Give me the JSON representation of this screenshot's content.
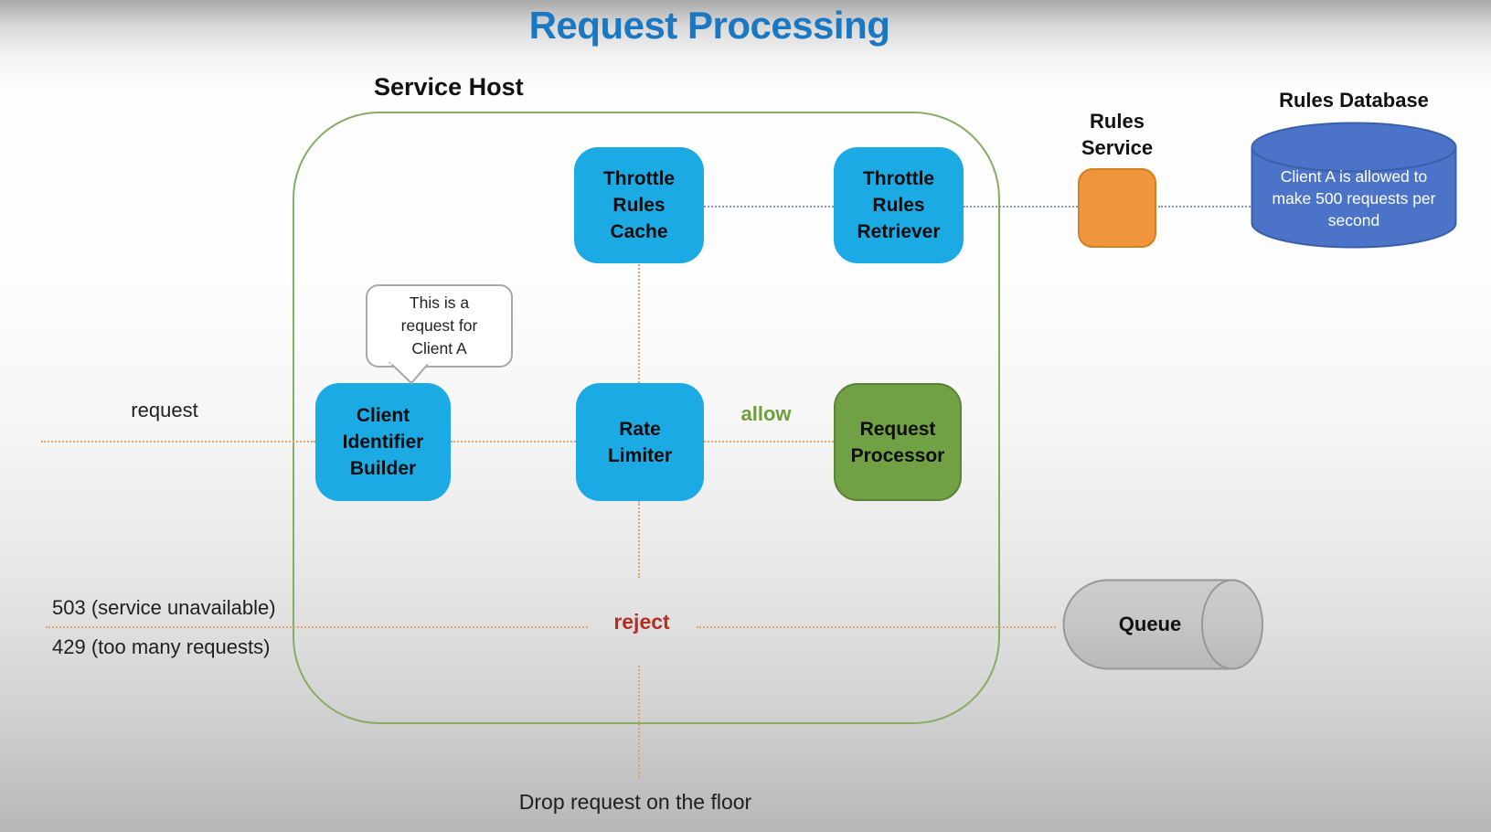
{
  "title": "Request Processing",
  "service_host": {
    "label": "Service Host"
  },
  "nodes": {
    "throttle_rules_cache": {
      "lines": [
        "Throttle",
        "Rules",
        "Cache"
      ]
    },
    "throttle_rules_retriever": {
      "lines": [
        "Throttle",
        "Rules",
        "Retriever"
      ]
    },
    "client_identifier_builder": {
      "lines": [
        "Client",
        "Identifier",
        "Builder"
      ]
    },
    "rate_limiter": {
      "lines": [
        "Rate",
        "Limiter"
      ]
    },
    "request_processor": {
      "lines": [
        "Request",
        "Processor"
      ]
    },
    "rules_service": {
      "label_lines": [
        "Rules",
        "Service"
      ]
    },
    "rules_database": {
      "label": "Rules Database",
      "content_lines": [
        "Client A is allowed to",
        "make 500 requests per",
        "second"
      ]
    },
    "queue": {
      "label": "Queue"
    }
  },
  "annotations": {
    "request": "request",
    "allow": "allow",
    "reject": "reject",
    "status_503": "503 (service unavailable)",
    "status_429": "429 (too many requests)",
    "drop": "Drop request on the floor",
    "bubble_lines": [
      "This is a",
      "request for",
      "Client A"
    ]
  },
  "colors": {
    "title": "#1A78C2",
    "node_blue": "#1BAAE4",
    "node_green": "#71A144",
    "node_green_border": "#5B8235",
    "node_orange": "#F0953D",
    "node_orange_border": "#D3801F",
    "db_fill": "#4B74C8",
    "db_border": "#3A60AC",
    "queue_fill": "#C6C6C6",
    "queue_border": "#979797",
    "host_border": "#87AC64",
    "flow_line": "#E0A368",
    "rules_line": "#8895C9",
    "allow": "#6F9E3D",
    "reject": "#B53022",
    "bubble_border": "#A8A8A8"
  }
}
